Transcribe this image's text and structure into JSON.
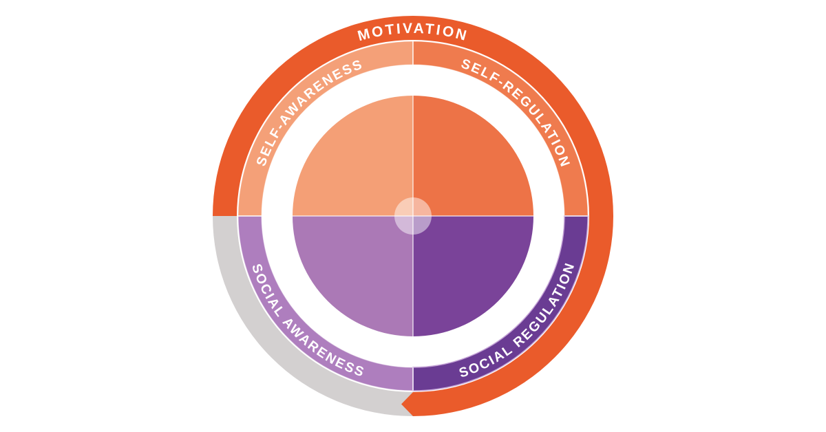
{
  "diagram": {
    "title_hint": "emotional-intelligence-wheel",
    "labels": {
      "motivation": "MOTIVATION",
      "self_awareness": "SELF-AWARENESS",
      "self_regulation": "SELF-REGULATION",
      "social_awareness": "SOCIAL AWARENESS",
      "social_regulation": "SOCIAL REGULATION"
    },
    "colors": {
      "outer_orange": "#EA5B2B",
      "outer_gray": "#D3D0D0",
      "band_light_orange": "#F4A078",
      "band_medium_orange": "#EF7B4E",
      "band_light_purple": "#AE7EBE",
      "band_dark_purple": "#6A3C93",
      "inner_light_orange": "#F49F76",
      "inner_medium_orange": "#ED7347",
      "inner_light_purple": "#AB79B6",
      "inner_dark_purple": "#7A4399",
      "band_purple_edge": "#C4A3D6",
      "background": "#FFFFFF"
    }
  }
}
